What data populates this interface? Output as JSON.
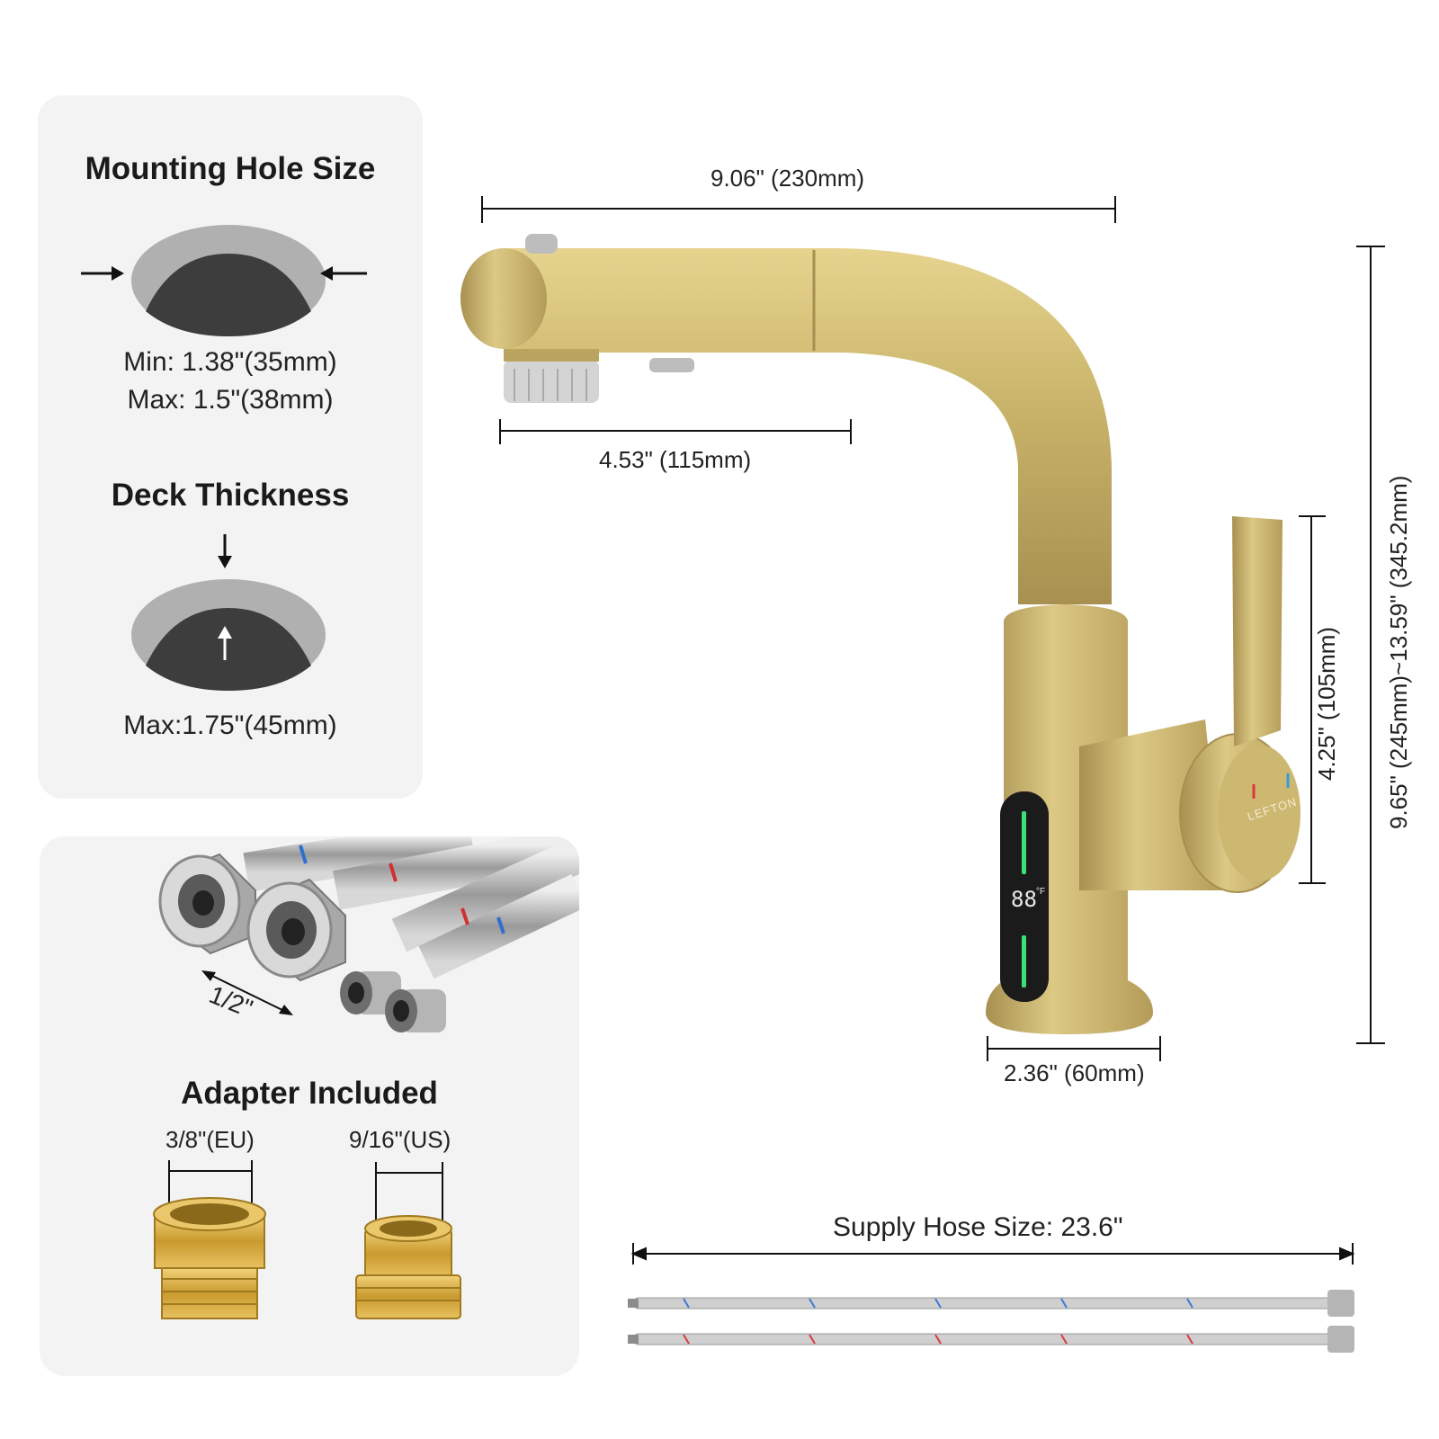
{
  "mounting": {
    "title": "Mounting Hole Size",
    "min": "Min: 1.38\"(35mm)",
    "max": "Max: 1.5\"(38mm)"
  },
  "deck": {
    "title": "Deck Thickness",
    "max": "Max:1.75\"(45mm)"
  },
  "adapter": {
    "title": "Adapter Included",
    "hose_thread": "1/2\"",
    "eu": "3/8\"(EU)",
    "us": "9/16\"(US)"
  },
  "faucet": {
    "brand": "LEFTON",
    "display_temp": "88",
    "display_unit": "°F"
  },
  "dimensions": {
    "spout_reach": "9.06\" (230mm)",
    "sprayer_length": "4.53\" (115mm)",
    "base_diameter": "2.36\" (60mm)",
    "handle_height": "4.25\" (105mm)",
    "total_height": "9.65\" (245mm)~13.59\"  (345.2mm)",
    "supply_hose": "Supply Hose Size: 23.6\""
  },
  "colors": {
    "brushed_gold": "#c9b36a",
    "panel_bg": "#f3f3f3",
    "hole_outer": "#b0b0b0",
    "hole_inner": "#3d3d3d"
  }
}
